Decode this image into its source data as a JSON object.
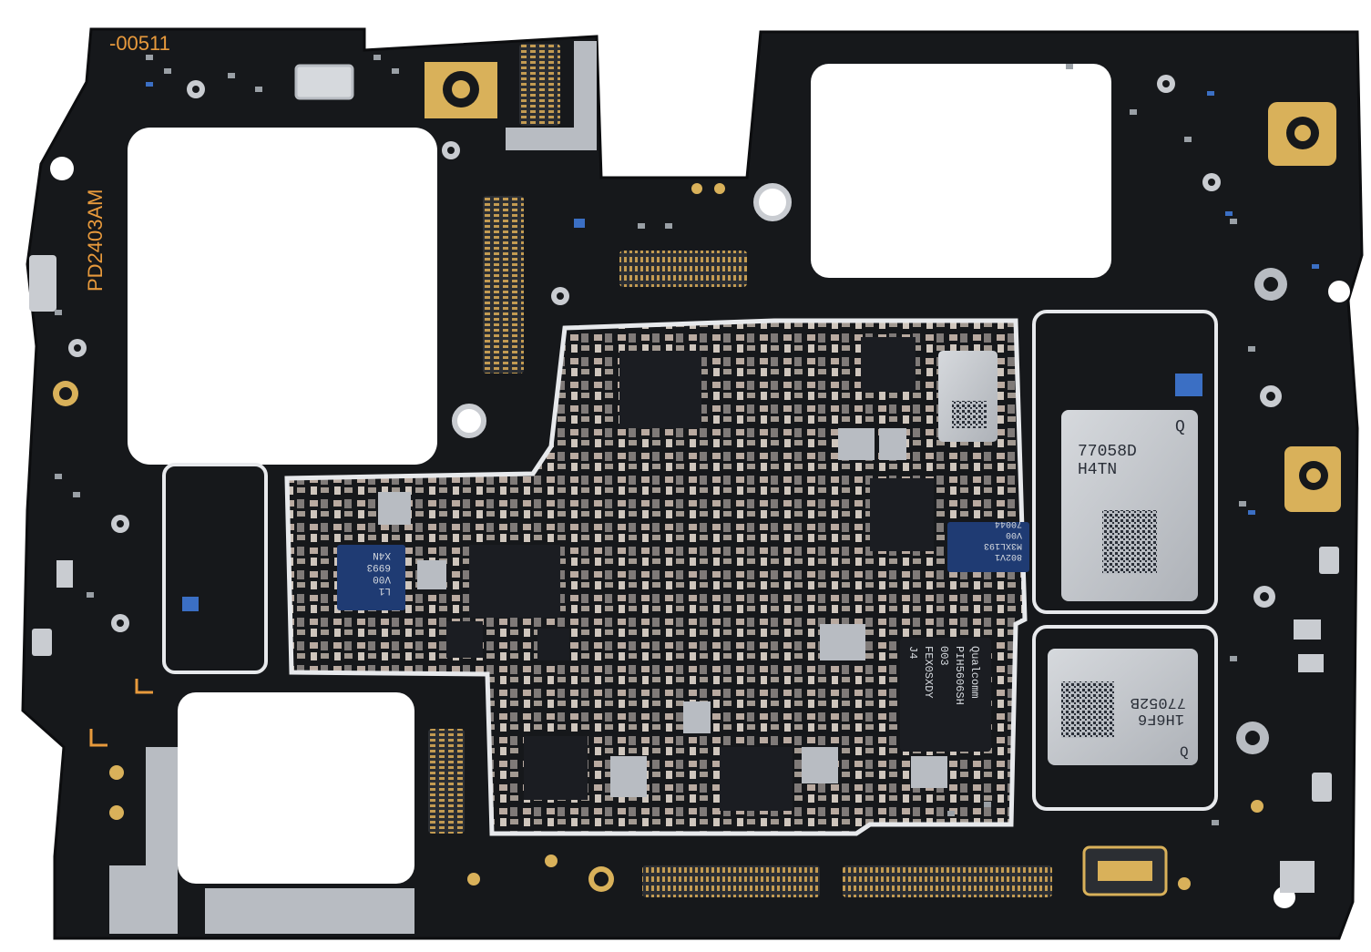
{
  "image": {
    "subject": "smartphone-motherboard-pcb",
    "colors": {
      "pcb": "#16181b",
      "pcb_edge": "#0c0d0f",
      "shield": "#c9ccd1",
      "shield_line": "#e7e9ec",
      "gold": "#d9b15a",
      "silkscreen": "#e89a3c",
      "chip_black": "#1b1d22",
      "metal_chip": "#b8bcc2",
      "connector": "#2b2e33"
    }
  },
  "silkscreen": {
    "serial": "-00511",
    "model": "PD2403AM"
  },
  "chips": {
    "rf_front_end_1": {
      "line1": "77058D",
      "line2": "H4TN",
      "corner": "Q"
    },
    "rf_front_end_2": {
      "line1": "77052B",
      "line2": "1H6F6",
      "corner": "Q"
    },
    "memory": {
      "line1": "Qualcomm",
      "line2": "PIH5606SH",
      "line3": "003",
      "line4": "FEX0SXDY",
      "line5": "J4"
    },
    "pmic_small": {
      "line1": "802V1",
      "line2": "M3XL193",
      "line3": "V00",
      "line4": "70044"
    },
    "left_chip": {
      "line1": "L1",
      "line2": "V00",
      "line3": "6993",
      "line4": "X4N"
    }
  }
}
